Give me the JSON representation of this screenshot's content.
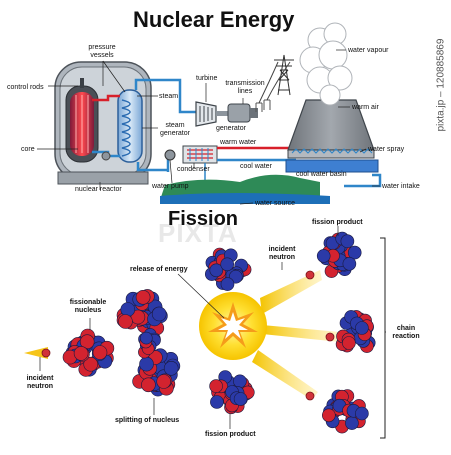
{
  "title": "Nuclear Energy",
  "reactor_labels": {
    "pressure_vessels": "pressure\nvessels",
    "control_rods": "control rods",
    "core": "core",
    "nuclear_reactor": "nuclear reactor",
    "steam": "steam",
    "steam_generator": "steam\ngenerator",
    "turbine": "turbine",
    "transmission_lines": "transmission\nlines",
    "generator": "generator",
    "condenser": "condenser",
    "water_pump": "water pump",
    "warm_water": "warm water",
    "cool_water": "cool water",
    "water_vapour": "water vapour",
    "warm_air": "warm air",
    "water_spray": "water spray",
    "cool_water_basin": "cool water basin",
    "water_intake": "water intake",
    "water_source": "water source"
  },
  "fission": {
    "title": "Fission",
    "release_of_energy": "release of energy",
    "fissionable_nucleus": "fissionable\nnucleus",
    "incident_neutron_left": "incident\nneutron",
    "splitting_of_nucleus": "splitting of nucleus",
    "fission_product_bottom": "fission product",
    "fission_product_top": "fission product",
    "incident_neutron_right": "incident\nneutron",
    "chain_reaction": "chain\nreaction"
  },
  "watermark": {
    "side_text": "pixta.jp – 120885869",
    "center_text": "PIXTA"
  },
  "colors": {
    "vessel_grey": "#9aa3ad",
    "core_red": "#e8333a",
    "pipe_blue": "#2f86c9",
    "pipe_red": "#d8202a",
    "water_green": "#2e8a57",
    "tower_grey": "#8d9298",
    "nucleus_blue": "#2b3aa8",
    "nucleus_red": "#d3232f",
    "neutron_orange": "#e8a21c",
    "energy_yellow": "#ffe033"
  }
}
